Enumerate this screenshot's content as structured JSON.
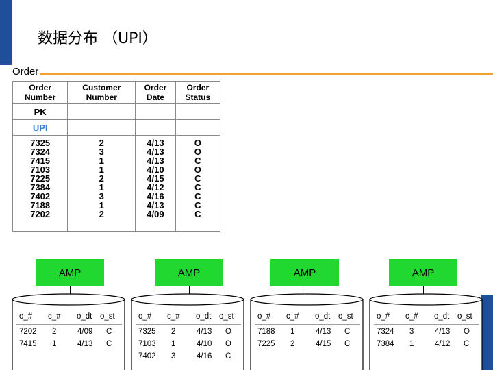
{
  "title": "数据分布 （UPI）",
  "order_label": "Order",
  "order_table": {
    "headers": [
      "Order\nNumber",
      "Customer\nNumber",
      "Order\nDate",
      "Order\nStatus"
    ],
    "pk_label": "PK",
    "upi_label": "UPI",
    "columns": {
      "order_number": "7325\n7324\n7415\n7103\n7225\n7384\n7402\n7188\n7202",
      "customer_number": "2\n3\n1\n1\n2\n1\n3\n1\n2",
      "order_date": "4/13\n4/13\n4/13\n4/10\n4/15\n4/12\n4/16\n4/13\n4/09",
      "order_status": "O\nO\nC\nO\nC\nC\nC\nC\nC"
    }
  },
  "amps": [
    {
      "label": "AMP",
      "headers": [
        "o_#",
        "c_#",
        "o_dt",
        "o_st"
      ],
      "rows": [
        [
          "7202",
          "2",
          "4/09",
          "C"
        ],
        [
          "7415",
          "1",
          "4/13",
          "C"
        ]
      ]
    },
    {
      "label": "AMP",
      "headers": [
        "o_#",
        "c_#",
        "o_dt",
        "o_st"
      ],
      "rows": [
        [
          "7325",
          "2",
          "4/13",
          "O"
        ],
        [
          "7103",
          "1",
          "4/10",
          "O"
        ],
        [
          "7402",
          "3",
          "4/16",
          "C"
        ]
      ]
    },
    {
      "label": "AMP",
      "headers": [
        "o_#",
        "c_#",
        "o_dt",
        "o_st"
      ],
      "rows": [
        [
          "7188",
          "1",
          "4/13",
          "C"
        ],
        [
          "7225",
          "2",
          "4/15",
          "C"
        ]
      ]
    },
    {
      "label": "AMP",
      "headers": [
        "o_#",
        "c_#",
        "o_dt",
        "o_st"
      ],
      "rows": [
        [
          "7324",
          "3",
          "4/13",
          "O"
        ],
        [
          "7384",
          "1",
          "4/12",
          "C"
        ]
      ]
    }
  ],
  "colors": {
    "amp_fill": "#21d830",
    "accent_rule": "#f0a030",
    "side_bar": "#1f4e9a",
    "upi_text": "#3a7fd0"
  }
}
